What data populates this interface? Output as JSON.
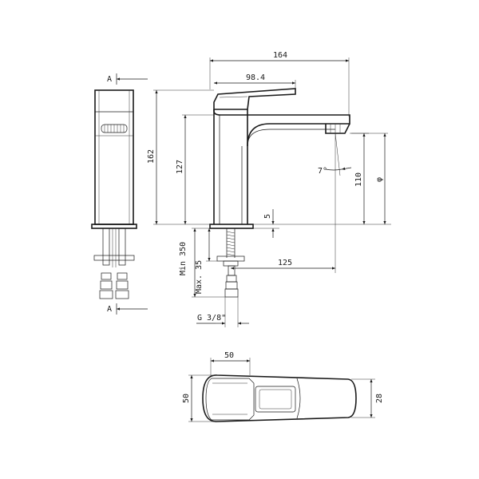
{
  "dimensions": {
    "total_width": "164",
    "lever_length": "98.4",
    "total_height": "162",
    "body_height": "127",
    "base_thickness": "5",
    "spout_height": "110",
    "spout_angle": "7°",
    "phi": "φ",
    "min_length": "Min 350",
    "max_thickness": "Max. 35",
    "projection": "125",
    "thread": "G 3/8\"",
    "top_width": "50",
    "top_depth": "50",
    "spout_depth": "28"
  },
  "section_marks": {
    "top": "A",
    "bottom": "A"
  },
  "colors": {
    "line": "#1a1a1a",
    "background": "#ffffff"
  }
}
